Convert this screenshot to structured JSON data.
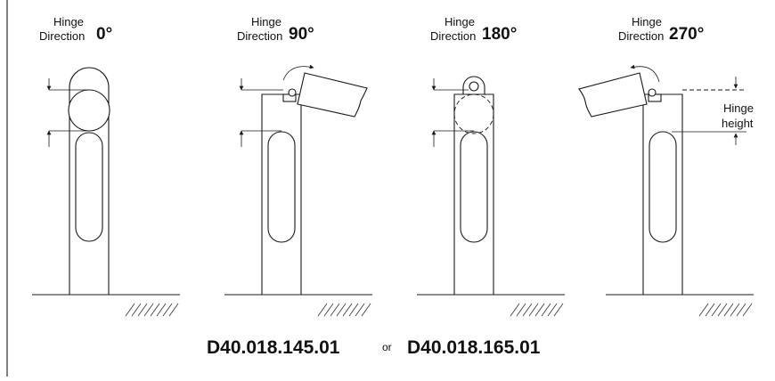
{
  "panels": [
    {
      "label": "Hinge",
      "sublabel": "Direction",
      "angle": "0°"
    },
    {
      "label": "Hinge",
      "sublabel": "Direction",
      "angle": "90°"
    },
    {
      "label": "Hinge",
      "sublabel": "Direction",
      "angle": "180°"
    },
    {
      "label": "Hinge",
      "sublabel": "Direction",
      "angle": "270°"
    }
  ],
  "hinge_height_label": {
    "line1": "Hinge",
    "line2": "height"
  },
  "part_numbers": {
    "first": "D40.018.145.01",
    "separator": "or",
    "second": "D40.018.165.01"
  }
}
